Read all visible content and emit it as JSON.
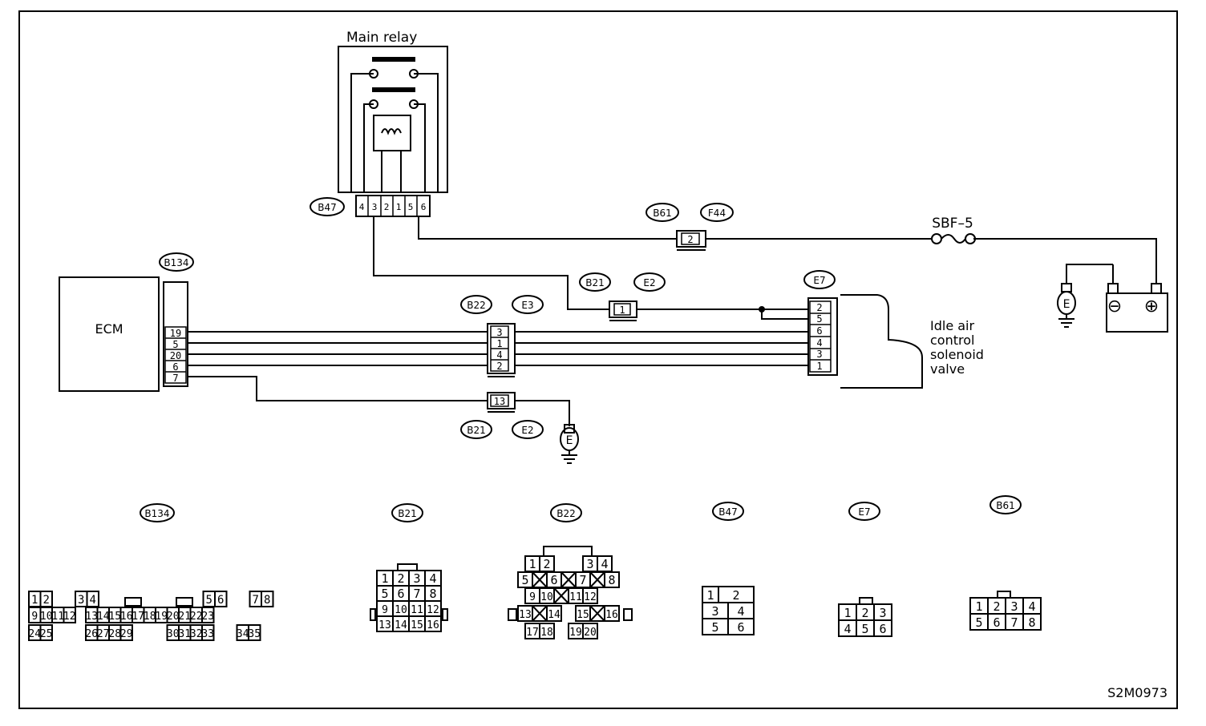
{
  "main_relay": {
    "title": "Main relay",
    "pins": [
      "4",
      "3",
      "2",
      "1",
      "5",
      "6"
    ]
  },
  "ecm": {
    "label": "ECM",
    "pins": [
      "19",
      "5",
      "20",
      "6",
      "7"
    ]
  },
  "fuse": {
    "label": "SBF–5"
  },
  "iac_valve": {
    "label_lines": [
      "Idle air",
      "control",
      "solenoid",
      "valve"
    ]
  },
  "ground_symbol": "E",
  "battery": {
    "neg": "⊖",
    "pos": "⊕"
  },
  "connectors": {
    "b47": "B47",
    "b61": "B61",
    "f44": "F44",
    "b134": "B134",
    "b21": "B21",
    "e2": "E2",
    "b22": "B22",
    "e3": "E3",
    "e7": "E7"
  },
  "terminals": {
    "b61_f44_pin": "2",
    "b21_e2_pin": "1",
    "b22_e3_pins": [
      "3",
      "1",
      "4",
      "2"
    ],
    "b21_e2_ground_pin": "13",
    "e7_pins": [
      "2",
      "5",
      "6",
      "4",
      "3",
      "1"
    ]
  },
  "faces": {
    "b134": {
      "row1": [
        "1",
        "2",
        "3",
        "4",
        "5",
        "6",
        "7",
        "8"
      ],
      "row2": [
        "9",
        "10",
        "11",
        "12",
        "13",
        "14",
        "15",
        "16",
        "17",
        "18",
        "19",
        "20",
        "21",
        "22",
        "23"
      ],
      "row3": [
        "24",
        "25",
        "26",
        "27",
        "28",
        "29",
        "30",
        "31",
        "32",
        "33",
        "34",
        "35"
      ]
    },
    "b21": {
      "rows": [
        [
          "1",
          "2",
          "3",
          "4"
        ],
        [
          "5",
          "6",
          "7",
          "8"
        ],
        [
          "9",
          "10",
          "11",
          "12"
        ],
        [
          "13",
          "14",
          "15",
          "16"
        ]
      ]
    },
    "b22": {
      "row1": [
        "1",
        "2",
        "3",
        "4"
      ],
      "row2": [
        "5",
        "6",
        "7",
        "8"
      ],
      "row3": [
        "9",
        "10",
        "11",
        "12"
      ],
      "row4": [
        "13",
        "14",
        "15",
        "16"
      ],
      "row5": [
        "17",
        "18",
        "19",
        "20"
      ]
    },
    "b47": {
      "rows": [
        [
          "1",
          "2"
        ],
        [
          "3",
          "4"
        ],
        [
          "5",
          "6"
        ]
      ]
    },
    "e7": {
      "row1": [
        "1",
        "2",
        "3"
      ],
      "row2": [
        "4",
        "5",
        "6"
      ]
    },
    "b61": {
      "row1": [
        "1",
        "2",
        "3",
        "4"
      ],
      "row2": [
        "5",
        "6",
        "7",
        "8"
      ]
    }
  },
  "figure_id": "S2M0973"
}
